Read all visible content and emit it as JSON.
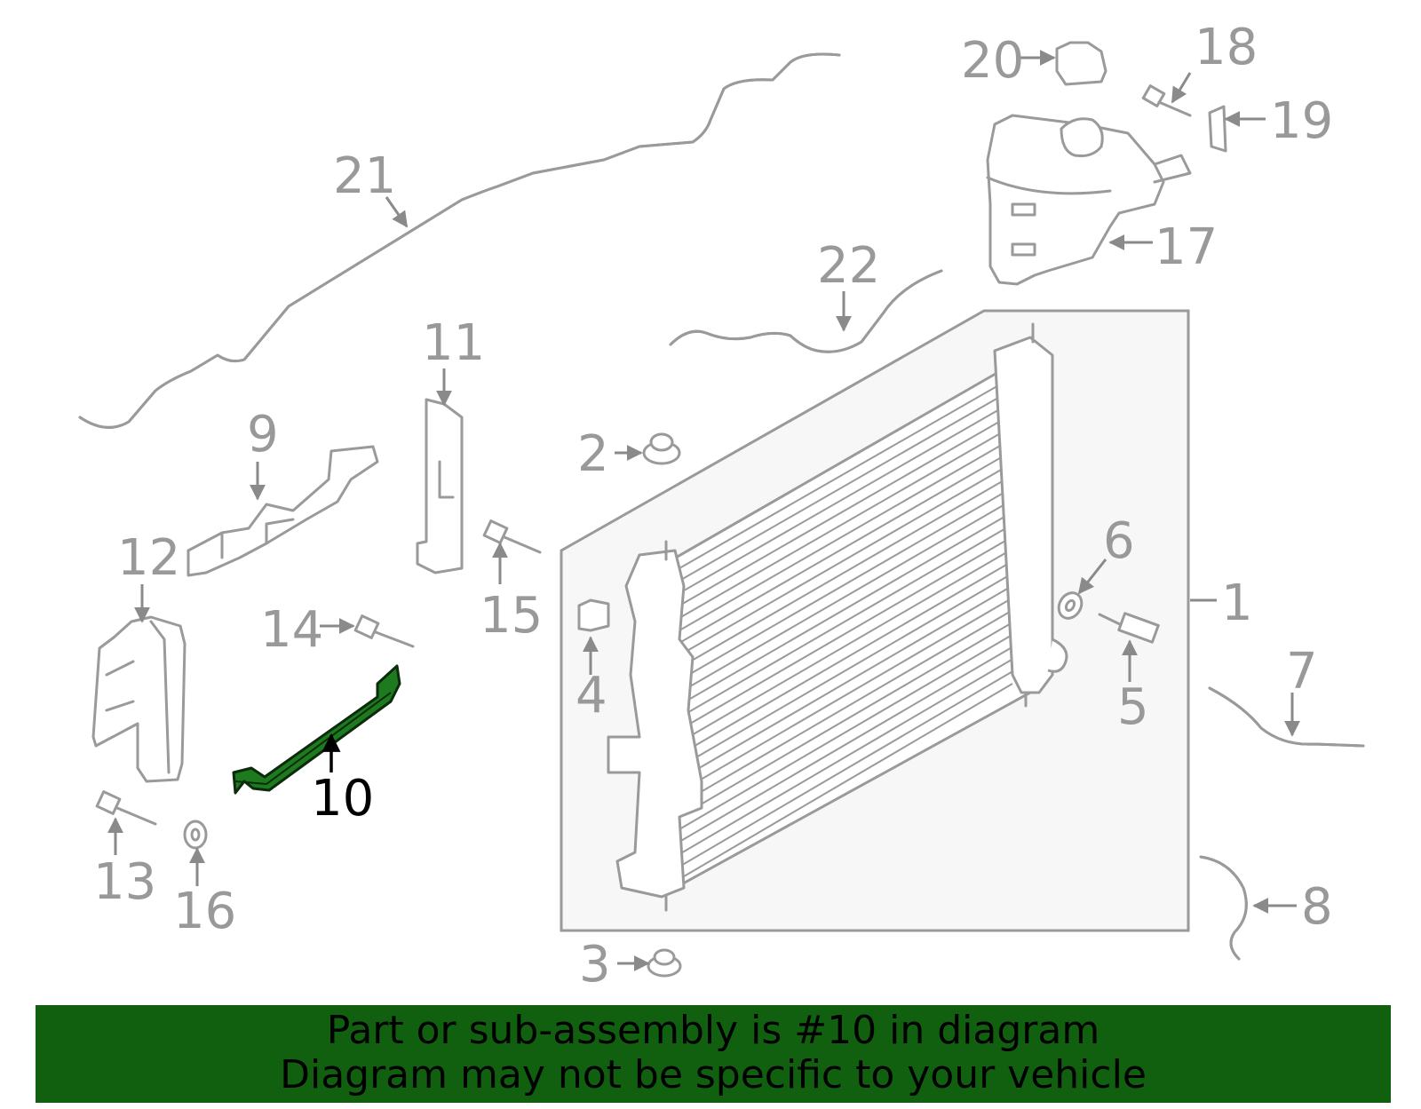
{
  "callouts": {
    "c1": "1",
    "c2": "2",
    "c3": "3",
    "c4": "4",
    "c5": "5",
    "c6": "6",
    "c7": "7",
    "c8": "8",
    "c9": "9",
    "c10": "10",
    "c11": "11",
    "c12": "12",
    "c13": "13",
    "c14": "14",
    "c15": "15",
    "c16": "16",
    "c17": "17",
    "c18": "18",
    "c19": "19",
    "c20": "20",
    "c21": "21",
    "c22": "22"
  },
  "highlighted_part": "10",
  "banner": {
    "line1": "Part or sub-assembly is #10 in diagram",
    "line2": "Diagram may not be specific to your vehicle"
  },
  "colors": {
    "highlight_fill": "#1e7a1e",
    "banner_bg": "#106010",
    "callout_text": "#999999",
    "part_stroke": "#9a9a9a"
  }
}
